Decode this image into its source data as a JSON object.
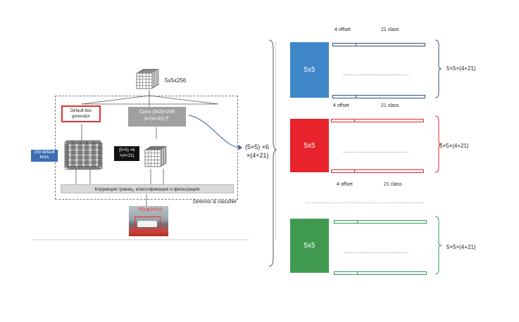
{
  "left": {
    "feature_map_label": "5x5x256",
    "default_box_generator": "Default box generator",
    "conv_label_line1": "Conv (3x3)×256",
    "conv_label_line2": "6×(4+21)个",
    "default_boxes_badge": "150 default boxs",
    "output_shape_line1": "(5×5) ×6",
    "output_shape_line2": "×(4+21)",
    "correction_bar": "Коррекция границ, классофикация и фильтрация",
    "detector_caption": "Detector & classifier",
    "detection_label": "P(car)=0.6"
  },
  "middle": {
    "formula_line1": "(5×5) ×6",
    "formula_line2": "×(4+21)"
  },
  "right": {
    "blocks": [
      {
        "square_label": "5x5",
        "color": "#3f86c8",
        "offset_label": "4 offset",
        "class_label": "21 class",
        "formula": "5×5×(4+21)",
        "dots": "................................................"
      },
      {
        "square_label": "5x5",
        "color": "#e8232b",
        "offset_label": "4 offset",
        "class_label": "21 class",
        "formula": "5×5×(4+21)",
        "dots": "................................................"
      },
      {
        "square_label": "5x5",
        "color": "#3f9a4f",
        "offset_label": "4 offset",
        "class_label": "21 class",
        "formula": "5×5×(4+21)",
        "dots": "................................................"
      }
    ],
    "separator_dots": "......................................................................................."
  },
  "colors": {
    "blue_line": "#33507a",
    "red_line": "#e8232b",
    "green_line": "#2e9a57",
    "arrow": "#2f5f95",
    "badge_blue": "#3d6db5",
    "bar_gray": "#d9d9d9",
    "conv_gray": "#a0a0a0"
  }
}
